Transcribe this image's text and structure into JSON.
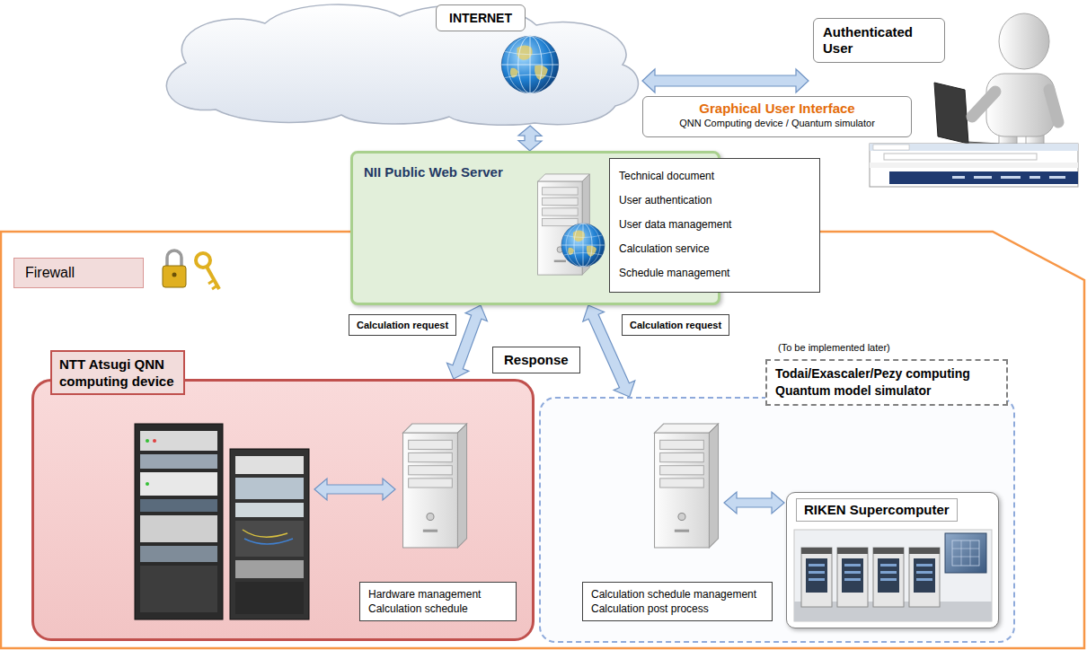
{
  "diagram": {
    "nodes": [
      {
        "text": [
          "INTERNET"
        ]
      },
      {
        "text": [
          "Authenticated User"
        ]
      },
      {
        "text": [
          "Graphical User Interface",
          "QNN Computing device / Quantum simulator"
        ]
      },
      {
        "text": [
          "Firewall"
        ]
      },
      {
        "text": [
          "NII Public Web Server"
        ],
        "in": 3
      },
      {
        "text": [
          "Technical document",
          "User authentication",
          "User data management",
          "Calculation service",
          "Schedule management"
        ],
        "in": 3
      },
      {
        "text": [
          "NTT Atsugi QNN computing device"
        ],
        "in": 3
      },
      {
        "text": [
          "Hardware management",
          "Calculation schedule"
        ],
        "in": 6
      },
      {
        "text": [
          "Todai/Exascaler/Pezy computing Quantum model simulator"
        ],
        "in": 3
      },
      {
        "text": [
          "Calculation schedule management",
          "Calculation post process"
        ],
        "in": 8
      },
      {
        "text": [
          "RIKEN Supercomputer"
        ],
        "in": 8
      }
    ],
    "edges": [
      {
        "from": 0,
        "to": 1,
        "arrow": "both"
      },
      {
        "from": 0,
        "to": 4,
        "arrow": "both"
      },
      {
        "from": 4,
        "to": 6,
        "label": "Calculation request",
        "arrow": "both"
      },
      {
        "from": 4,
        "to": 8,
        "label": "Calculation request",
        "arrow": "both"
      }
    ],
    "labels": [
      "Response",
      "(To be implemented later)"
    ]
  }
}
